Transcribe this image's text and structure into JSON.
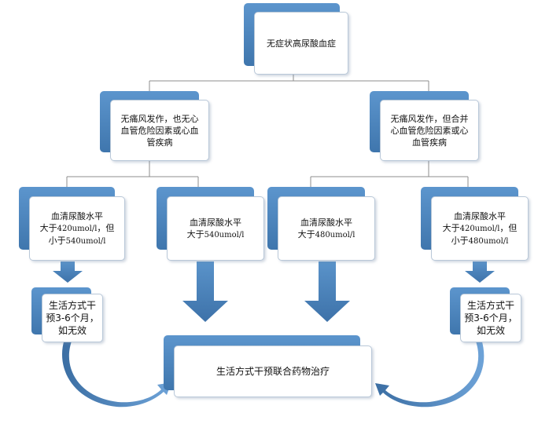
{
  "root": {
    "label": "无症状高尿酸血症"
  },
  "branch_left": {
    "label": "无痛风发作，也无心\n血管危险因素或心血\n管疾病"
  },
  "branch_right": {
    "label": "无痛风发作，但合并\n心血管危险因素或心\n血管疾病"
  },
  "leaf1": {
    "line1": "血清尿酸水平",
    "line2_pre": "大于",
    "line2_num": "420umol/l",
    "line2_post": "，但",
    "line3_pre": "小于",
    "line3_num": "540umol/l"
  },
  "leaf2": {
    "line1": "血清尿酸水平",
    "line2_pre": "大于",
    "line2_num": "540umol/l"
  },
  "leaf3": {
    "line1": "血清尿酸水平",
    "line2_pre": "大于",
    "line2_num": "480umol/l"
  },
  "leaf4": {
    "line1": "血清尿酸水平",
    "line2_pre": "大于",
    "line2_num": "420umol/l",
    "line2_post": "，但",
    "line3_pre": "小于",
    "line3_num": "480umol/l"
  },
  "lifestyle_left": {
    "label": "生活方式干\n预3-6个月，\n如无效"
  },
  "lifestyle_right": {
    "label": "生活方式干\n预3-6个月，\n如无效"
  },
  "combined": {
    "label": "生活方式干预联合药物治疗"
  },
  "colors": {
    "accent": "#4a86c2",
    "arrow": "#5189c4",
    "line": "#8a8a8a"
  }
}
